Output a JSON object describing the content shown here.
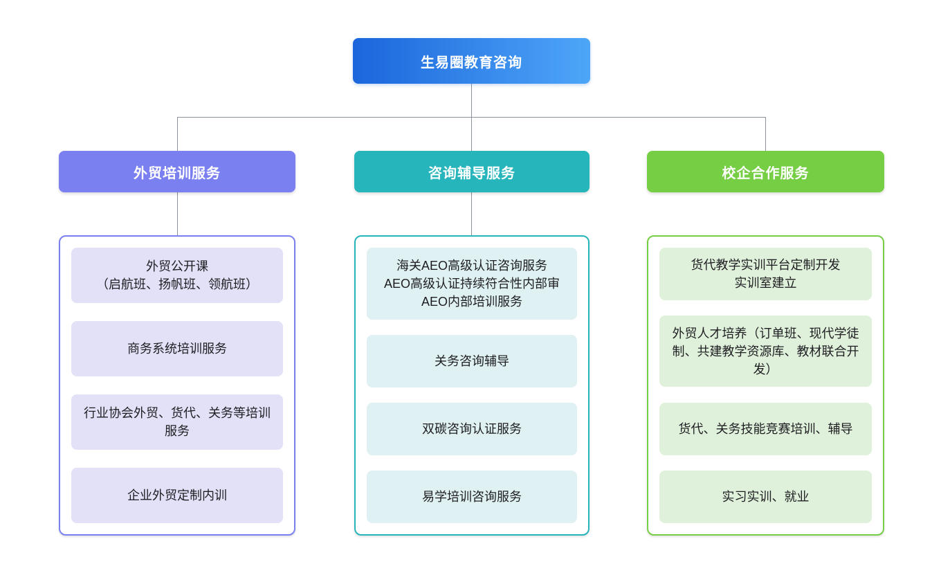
{
  "page": {
    "background": "#ffffff",
    "connector_color": "#8A9099"
  },
  "root": {
    "label": "生易圈教育咨询",
    "gradient_start": "#1B66DC",
    "gradient_end": "#4EA6F8",
    "text_color": "#ffffff"
  },
  "branches": [
    {
      "label": "外贸培训服务",
      "color": "#7B80F0",
      "item_bg": "#E2E1F8",
      "items": [
        "外贸公开课\n（启航班、扬帆班、领航班）",
        "商务系统培训服务",
        "行业协会外贸、货代、关务等培训服务",
        "企业外贸定制内训"
      ]
    },
    {
      "label": "咨询辅导服务",
      "color": "#26B5BA",
      "item_bg": "#DFF1F2",
      "items": [
        "海关AEO高级认证咨询服务\nAEO高级认证持续符合性内部审\nAEO内部培训服务",
        "关务咨询辅导",
        "双碳咨询认证服务",
        "易学培训咨询服务"
      ]
    },
    {
      "label": "校企合作服务",
      "color": "#76CE44",
      "item_bg": "#E0F1DB",
      "items": [
        "货代教学实训平台定制开发\n实训室建立",
        "外贸人才培养（订单班、现代学徒制、共建教学资源库、教材联合开发）",
        "货代、关务技能竞赛培训、辅导",
        "实习实训、就业"
      ]
    }
  ]
}
